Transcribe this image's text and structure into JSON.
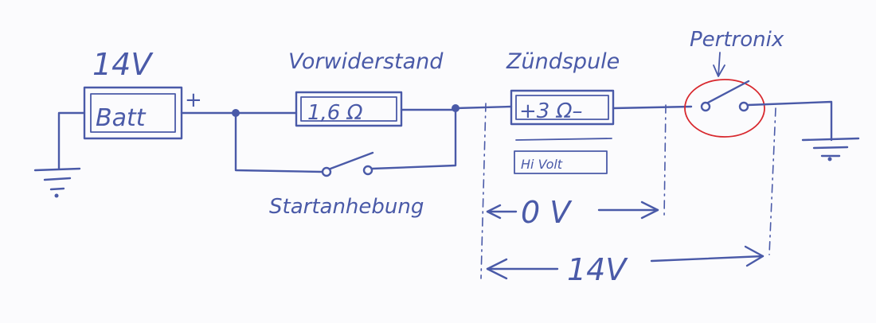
{
  "labels": {
    "battery_voltage": "14V",
    "battery": "Batt",
    "plus": "+",
    "resistor_title": "Vorwiderstand",
    "resistor_value": "1,6 Ω",
    "coil_title": "Zündspule",
    "coil_value": "+3 Ω–",
    "coil_type": "Hi Volt",
    "switch_title": "Pertronix",
    "start_label": "Startanhebung",
    "drop_coil": "0 V",
    "drop_total": "14V"
  },
  "colors": {
    "ink": "#4a5aa8",
    "highlight": "#d8282e"
  }
}
